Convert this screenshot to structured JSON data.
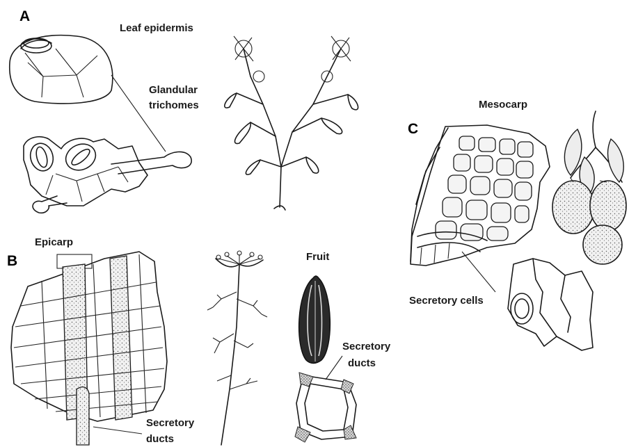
{
  "panels": {
    "a": {
      "letter": "A",
      "labels": [
        "Leaf epidermis",
        "Glandular",
        "trichomes"
      ]
    },
    "b": {
      "letter": "B",
      "labels": [
        "Epicarp",
        "Fruit",
        "Secretory",
        "ducts",
        "Secretory",
        "ducts"
      ]
    },
    "c": {
      "letter": "C",
      "labels": [
        "Mesocarp",
        "Secretory cells"
      ]
    }
  },
  "colors": {
    "ink": "#1a1a1a",
    "background": "#ffffff"
  }
}
